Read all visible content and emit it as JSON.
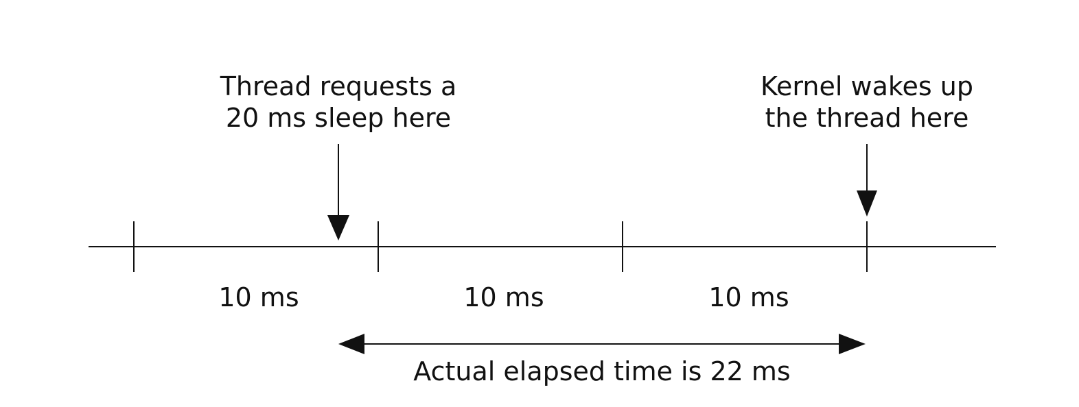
{
  "request_callout": {
    "line1": "Thread requests a",
    "line2": "20 ms sleep here"
  },
  "wake_callout": {
    "line1": "Kernel wakes up",
    "line2": "the thread here"
  },
  "intervals": [
    {
      "label": "10 ms"
    },
    {
      "label": "10 ms"
    },
    {
      "label": "10 ms"
    }
  ],
  "elapsed": {
    "label": "Actual elapsed time is 22 ms"
  },
  "colors": {
    "ink": "#111111",
    "background": "#ffffff"
  }
}
